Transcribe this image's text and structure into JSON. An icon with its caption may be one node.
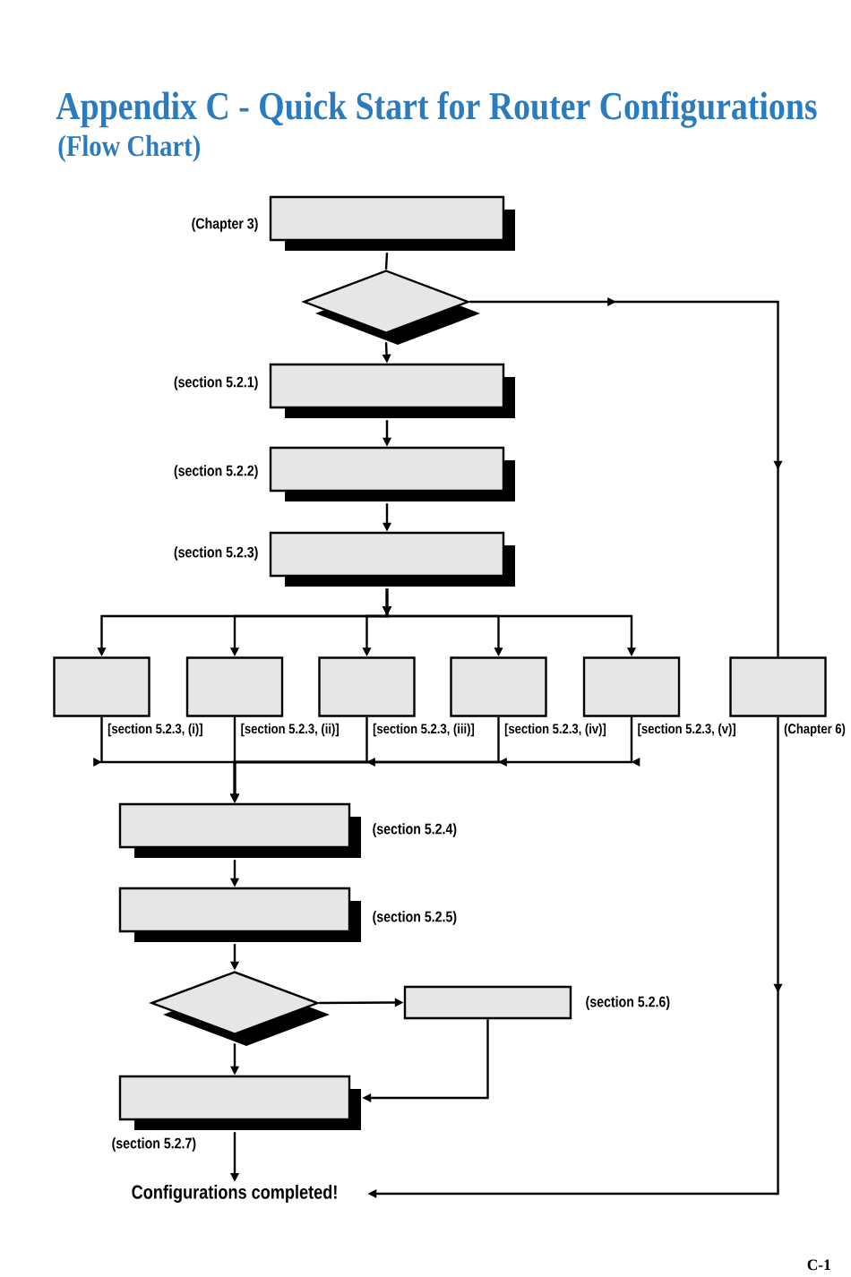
{
  "diagram": {
    "title": "Appendix C - Quick Start for Router Configurations",
    "nodes": [
      {
        "text": [],
        "shape": "box",
        "beside": [
          "(Chapter 3)"
        ]
      },
      {
        "text": [],
        "shape": "diamond"
      },
      {
        "text": [],
        "shape": "box",
        "beside": [
          "(section 5.2.1)"
        ]
      },
      {
        "text": [],
        "shape": "box",
        "beside": [
          "(section 5.2.2)"
        ]
      },
      {
        "text": [],
        "shape": "box",
        "beside": [
          "(section 5.2.3)"
        ]
      },
      {
        "text": [],
        "shape": "box",
        "beside": [
          "[section 5.2.3, (i)]"
        ]
      },
      {
        "text": [],
        "shape": "box",
        "beside": [
          "[section 5.2.3, (ii)]"
        ]
      },
      {
        "text": [],
        "shape": "box",
        "beside": [
          "[section 5.2.3, (iii)]"
        ]
      },
      {
        "text": [],
        "shape": "box",
        "beside": [
          "[section 5.2.3, (iv)]"
        ]
      },
      {
        "text": [],
        "shape": "box",
        "beside": [
          "[section 5.2.3, (v)]"
        ]
      },
      {
        "text": [],
        "shape": "box",
        "beside": [
          "(Chapter 6)"
        ]
      },
      {
        "text": [],
        "shape": "box",
        "beside": [
          "(section 5.2.4)"
        ]
      },
      {
        "text": [],
        "shape": "box",
        "beside": [
          "(section 5.2.5)"
        ]
      },
      {
        "text": [],
        "shape": "diamond"
      },
      {
        "text": [],
        "shape": "box",
        "beside": [
          "(section 5.2.6)"
        ]
      },
      {
        "text": [],
        "shape": "box",
        "beside": [
          "(section 5.2.7)"
        ]
      },
      {
        "text": [
          "Configurations completed!"
        ]
      }
    ],
    "edges": [
      {
        "from": 0,
        "to": 1,
        "arrow": "none"
      },
      {
        "from": 1,
        "to": 2,
        "arrow": "to"
      },
      {
        "from": 1,
        "to": 10,
        "arrow": "to"
      },
      {
        "from": 2,
        "to": 3,
        "arrow": "to"
      },
      {
        "from": 3,
        "to": 4,
        "arrow": "to"
      },
      {
        "from": 4,
        "to": 5,
        "arrow": "to"
      },
      {
        "from": 4,
        "to": 6,
        "arrow": "to"
      },
      {
        "from": 4,
        "to": 7,
        "arrow": "to"
      },
      {
        "from": 4,
        "to": 8,
        "arrow": "to"
      },
      {
        "from": 4,
        "to": 9,
        "arrow": "to"
      },
      {
        "from": 5,
        "to": 11,
        "arrow": "to"
      },
      {
        "from": 6,
        "to": 11,
        "arrow": "to"
      },
      {
        "from": 7,
        "to": 11,
        "arrow": "to"
      },
      {
        "from": 8,
        "to": 11,
        "arrow": "to"
      },
      {
        "from": 9,
        "to": 11,
        "arrow": "to"
      },
      {
        "from": 11,
        "to": 12,
        "arrow": "to"
      },
      {
        "from": 12,
        "to": 13,
        "arrow": "to"
      },
      {
        "from": 13,
        "to": 14,
        "arrow": "to"
      },
      {
        "from": 13,
        "to": 15,
        "arrow": "to"
      },
      {
        "from": 14,
        "to": 15,
        "arrow": "to"
      },
      {
        "from": 15,
        "to": 16,
        "arrow": "to"
      },
      {
        "from": 10,
        "to": 16,
        "arrow": "to"
      }
    ],
    "labels": [
      "(Flow Chart)",
      "C-1"
    ]
  }
}
